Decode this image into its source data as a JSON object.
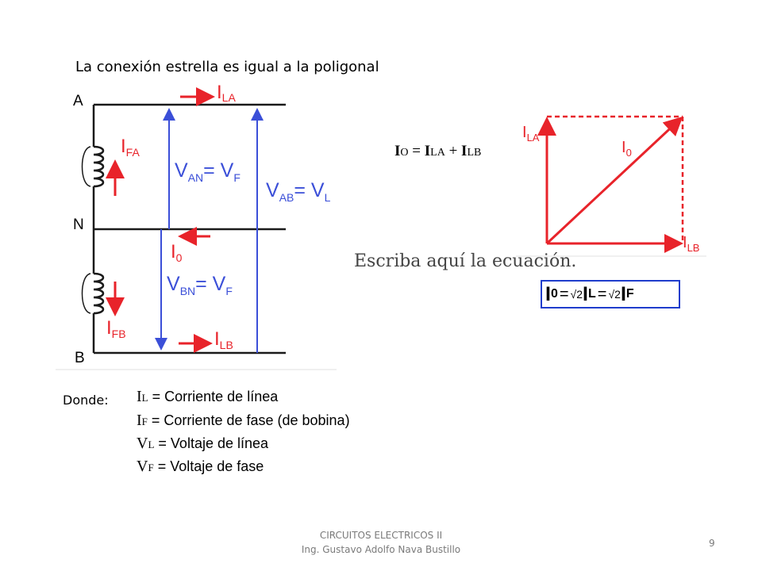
{
  "title": "La conexión estrella es igual a la poligonal",
  "circuit": {
    "node_a": "A",
    "node_n": "N",
    "node_b": "B",
    "i_la": {
      "main": "I",
      "sub": "LA"
    },
    "i_fa": {
      "main": "I",
      "sub": "FA"
    },
    "v_an": {
      "lhs": "V",
      "lhs_sub": "AN",
      "rhs": "= V",
      "rhs_sub": "F"
    },
    "v_ab": {
      "lhs": "V",
      "lhs_sub": "AB",
      "rhs": "= V",
      "rhs_sub": "L"
    },
    "i_0": {
      "main": "I",
      "sub": "0"
    },
    "v_bn": {
      "lhs": "V",
      "lhs_sub": "BN",
      "rhs": "= V",
      "rhs_sub": "F"
    },
    "i_fb": {
      "main": "I",
      "sub": "FB"
    },
    "i_lb": {
      "main": "I",
      "sub": "LB"
    }
  },
  "phasor": {
    "i_la": {
      "main": "I",
      "sub": "LA"
    },
    "i_0": {
      "main": "I",
      "sub": "0"
    },
    "i_lb": {
      "main": "I",
      "sub": "LB"
    }
  },
  "io_formula": {
    "i0": "I",
    "i0_sub": "O",
    "eq": " = ",
    "ila": "I",
    "ila_sub": "LA",
    "plus": " + ",
    "ilb": "I",
    "ilb_sub": "LB"
  },
  "equation_placeholder": "Escriba aquí la ecuación.",
  "equation": {
    "i0": "I",
    "i0_sub": "0",
    "eq1": "=",
    "root1": "√2",
    "il": " I",
    "il_sub": "L",
    "eq2": "=",
    "root2": "√2",
    "if": " I",
    "if_sub": "F"
  },
  "definitions_label": "Donde:",
  "definitions": [
    {
      "symbol": "I",
      "sub": "L",
      "text": " = Corriente de línea"
    },
    {
      "symbol": "I",
      "sub": "F",
      "text": " = Corriente de fase (de bobina)"
    },
    {
      "symbol": "V",
      "sub": "L",
      "text": " = Voltaje de línea"
    },
    {
      "symbol": "V",
      "sub": "F",
      "text": " = Voltaje de fase"
    }
  ],
  "footer": {
    "line1": "CIRCUITOS ELECTRICOS II",
    "line2": "Ing. Gustavo Adolfo Nava Bustillo"
  },
  "page_number": "9",
  "colors": {
    "red": "#e8232a",
    "blue": "#3b4fd8",
    "box": "#1f3dcc",
    "black": "#1a1a1a"
  }
}
